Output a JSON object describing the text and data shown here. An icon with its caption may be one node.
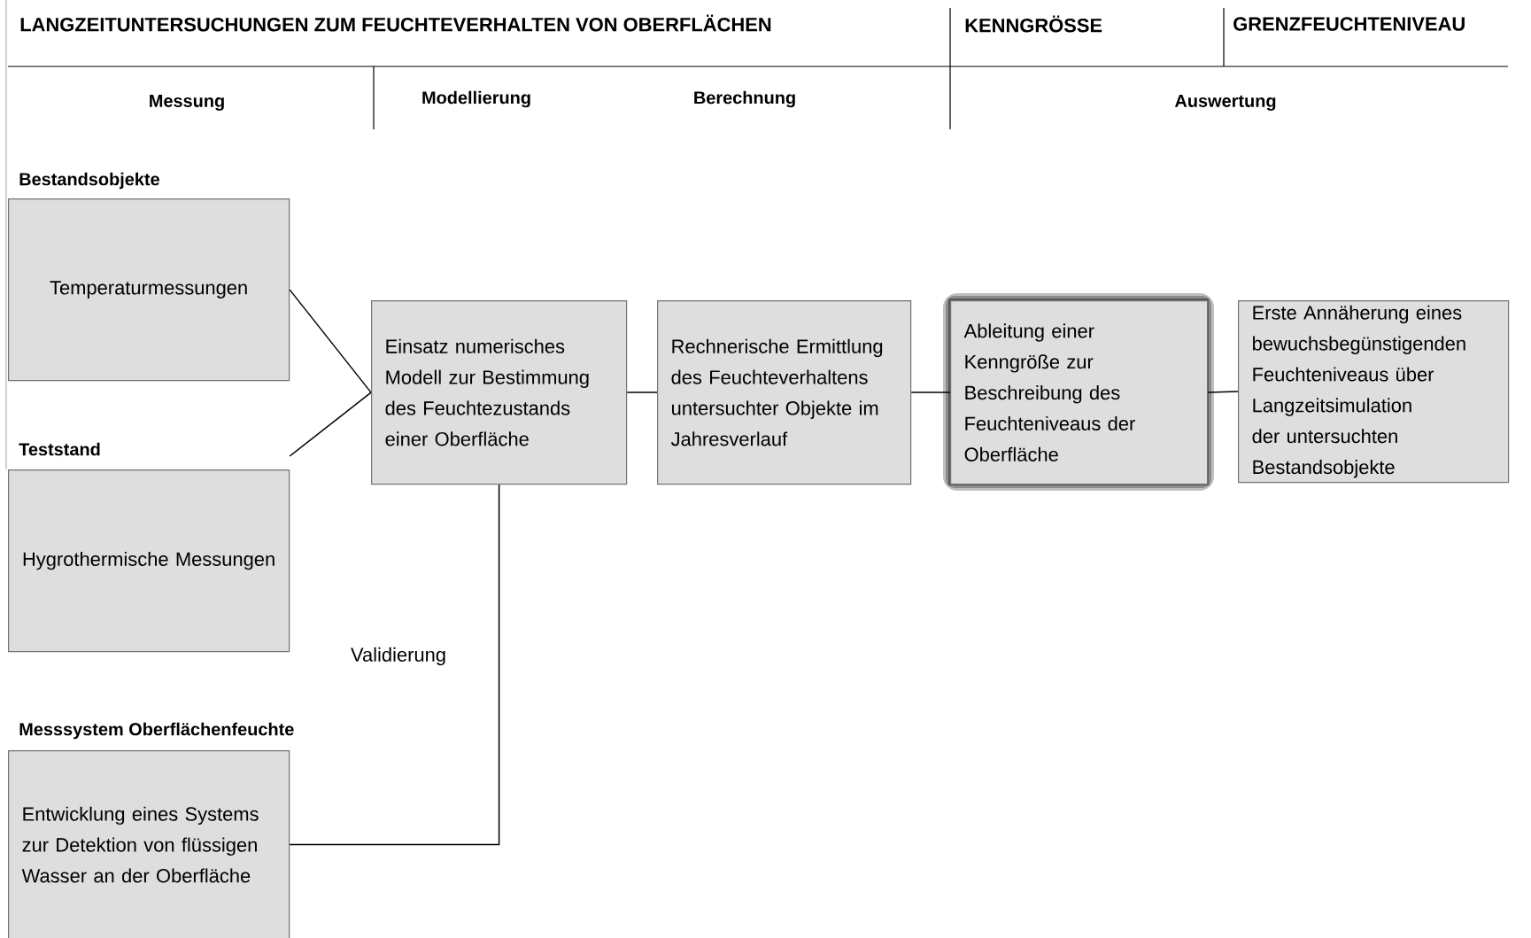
{
  "diagram": {
    "title": "LANGZEITUNTERSUCHUNGEN ZUM FEUCHTEVERHALTEN VON OBERFLÄCHEN",
    "nodes": [
      {
        "text": [
          "Bestandsobjekte",
          "Temperaturmessungen"
        ]
      },
      {
        "text": [
          "Teststand",
          "Hygrothermische Messungen"
        ]
      },
      {
        "text": [
          "Messsystem Oberflächenfeuchte",
          "Entwicklung eines Systems zur Detektion von flüssigen Wasser an der Oberfläche"
        ]
      },
      {
        "text": [
          "Einsatz numerisches Modell zur Bestimmung des Feuchtezustands einer Oberfläche"
        ]
      },
      {
        "text": [
          "Rechnerische Ermittlung des Feuchteverhaltens untersuchter Objekte im Jahresverlauf"
        ]
      },
      {
        "text": [
          "Ableitung einer Kenngröße zur Beschreibung des Feuchteniveaus der Oberfläche"
        ]
      },
      {
        "text": [
          "Erste Annäherung eines bewuchsbegünstigenden Feuchteniveaus über Langzeitsimulation der untersuchten Bestandsobjekte"
        ]
      }
    ],
    "edges": [
      {
        "from": 0,
        "to": 3,
        "arrow": "none"
      },
      {
        "from": 1,
        "to": 3,
        "arrow": "none"
      },
      {
        "from": 3,
        "to": 4,
        "arrow": "none"
      },
      {
        "from": 4,
        "to": 5,
        "arrow": "none"
      },
      {
        "from": 5,
        "to": 6,
        "arrow": "none"
      },
      {
        "from": 2,
        "to": 3,
        "arrow": "none",
        "label": "Validierung"
      }
    ],
    "labels": [
      "KENNGRÖSSE",
      "GRENZFEUCHTENIVEAU",
      "Messung",
      "Modellierung",
      "Berechnung",
      "Auswertung"
    ]
  }
}
